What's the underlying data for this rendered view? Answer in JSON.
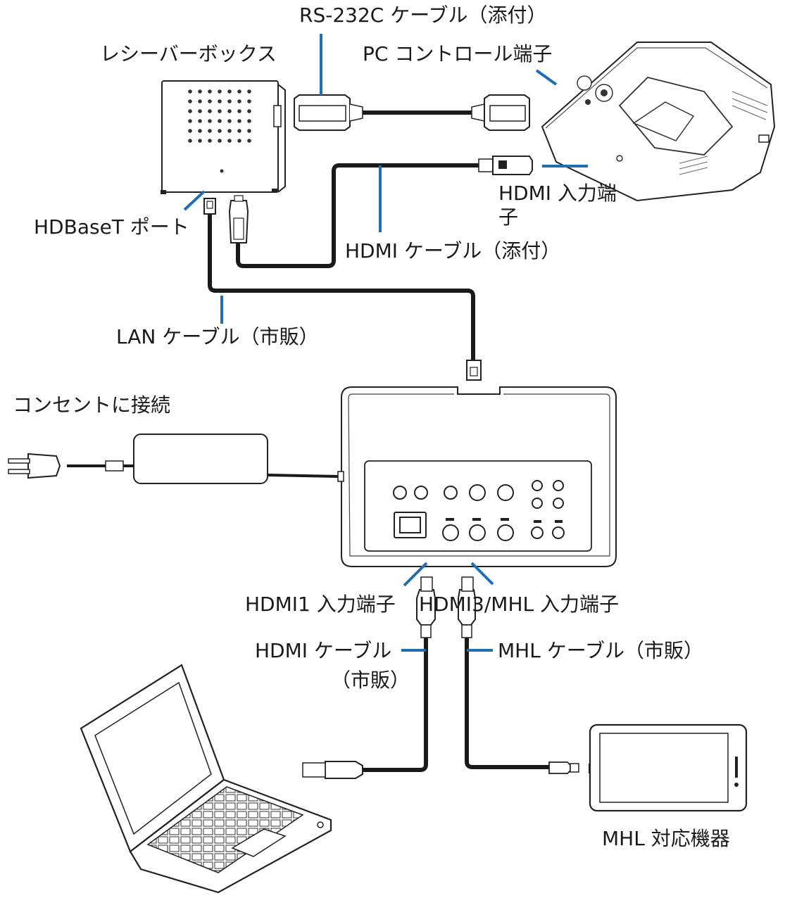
{
  "labels": {
    "rs232c_cable": "RS-232C ケーブル（添付）",
    "receiver_box": "レシーバーボックス",
    "pc_control_port": "PC コントロール端子",
    "hdmi_input_port": "HDMI 入力端子",
    "hdbaset_port": "HDBaseT ポート",
    "hdmi_cable_supplied": "HDMI ケーブル（添付）",
    "lan_cable": "LAN ケーブル（市販）",
    "outlet": "コンセントに接続",
    "hdmi1_input": "HDMI1 入力端子",
    "hdmi3_mhl_input": "HDMI3/MHL 入力端子",
    "hdmi_cable_commercial_1": "HDMI ケーブル",
    "hdmi_cable_commercial_2": "（市販）",
    "mhl_cable": "MHL ケーブル（市販）",
    "mhl_device": "MHL 対応機器"
  },
  "colors": {
    "leader": "#1f6fb2",
    "cable": "#1a1a1a",
    "outline": "#222222"
  }
}
